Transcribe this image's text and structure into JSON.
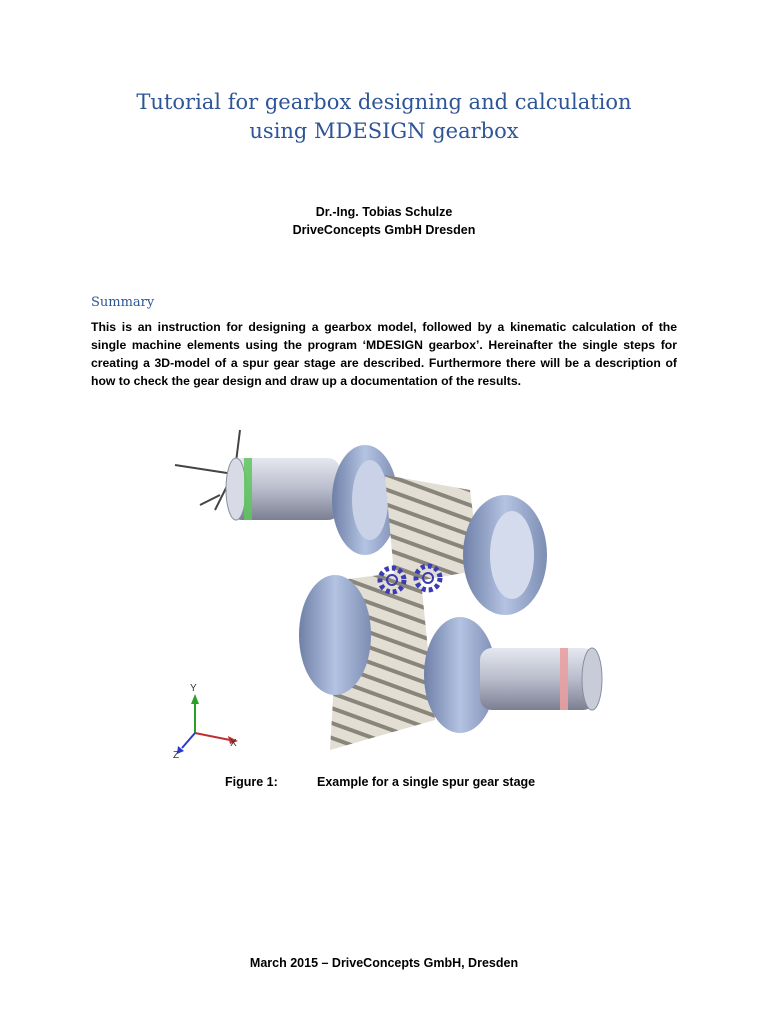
{
  "title": {
    "line1": "Tutorial for gearbox designing and calculation",
    "line2": "using MDESIGN gearbox"
  },
  "author": {
    "name": "Dr.-Ing. Tobias Schulze",
    "company": "DriveConcepts GmbH Dresden"
  },
  "summary": {
    "heading": "Summary",
    "text": "This is an instruction for designing a gearbox model, followed by a kinematic calculation of the single machine elements using the program ‘MDESIGN gearbox’. Hereinafter the single steps for creating a 3D-model of a spur gear stage are described. Furthermore there will be a description of how to check the gear design and draw up a documentation of the results."
  },
  "figure": {
    "axes": {
      "y": "Y",
      "x": "X",
      "z": "Z"
    },
    "colors": {
      "gear": "#d6d2c8",
      "bearing": "#9fb1d4",
      "shaft": "#c4c7d4",
      "marker_green": "#5ec65e",
      "marker_red": "#e8a0a0",
      "symbol": "#3b3bb3"
    }
  },
  "caption": {
    "label": "Figure 1:",
    "text": "Example for a single spur gear stage"
  },
  "footer": "March 2015 – DriveConcepts GmbH, Dresden"
}
